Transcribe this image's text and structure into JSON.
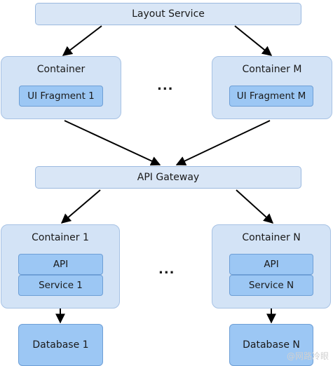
{
  "layout_service": "Layout Service",
  "containers_top": [
    {
      "title": "Container",
      "fragment": "UI Fragment 1"
    },
    {
      "title": "Container M",
      "fragment": "UI Fragment M"
    }
  ],
  "ellipsis": "...",
  "api_gateway": "API Gateway",
  "containers_bottom": [
    {
      "title": "Container 1",
      "api": "API",
      "service": "Service 1",
      "database": "Database 1"
    },
    {
      "title": "Container N",
      "api": "API",
      "service": "Service N",
      "database": "Database N"
    }
  ],
  "watermark": "@网路冷眼"
}
